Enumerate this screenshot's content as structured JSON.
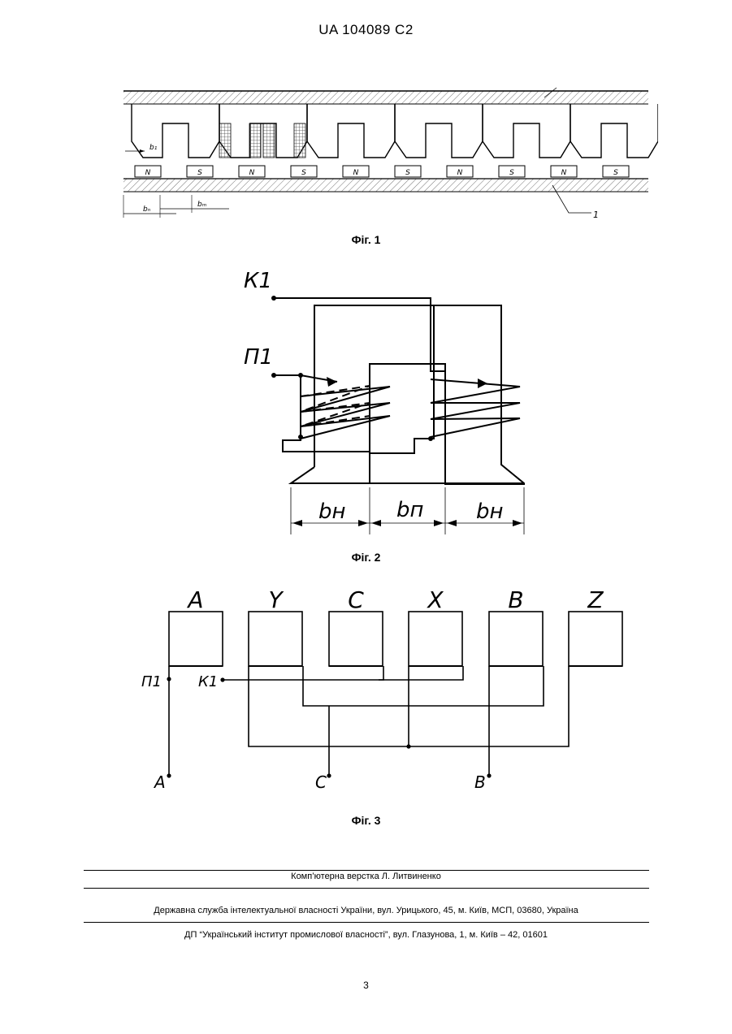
{
  "header": {
    "text": "UA   104089   C2"
  },
  "fig1": {
    "caption": "Фіг. 1",
    "dim_b1": "b₁",
    "dim_bn": "bₙ",
    "dim_bm": "bₘ",
    "ref_1": "1",
    "magnets": [
      "N",
      "S",
      "N",
      "S",
      "N",
      "S",
      "N",
      "S",
      "N",
      "S"
    ]
  },
  "fig2": {
    "caption": "Фіг. 2",
    "label_k1": "К1",
    "label_p1": "П1",
    "dim_left": "bн",
    "dim_mid": "bп",
    "dim_right": "bн"
  },
  "fig3": {
    "caption": "Фіг. 3",
    "phases": [
      "A",
      "Y",
      "C",
      "X",
      "B",
      "Z"
    ],
    "label_p1": "П1",
    "label_k1": "К1",
    "out_a": "A",
    "out_c": "C",
    "out_b": "B"
  },
  "footer": {
    "line1": "Комп’ютерна верстка Л. Литвиненко",
    "line2": "Державна служба інтелектуальної власності України, вул. Урицького, 45, м. Київ, МСП, 03680, Україна",
    "line3": "ДП “Український інститут промислової власності”, вул. Глазунова, 1, м. Київ – 42, 01601",
    "page_number": "3"
  }
}
